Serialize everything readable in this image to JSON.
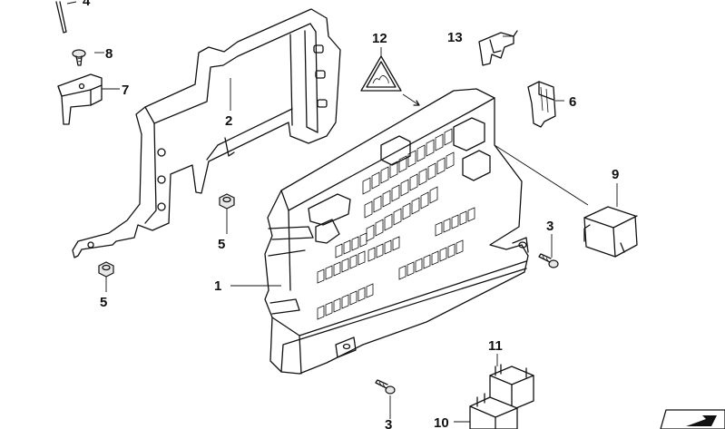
{
  "callouts": {
    "c1": "1",
    "c2": "2",
    "c3a": "3",
    "c3b": "3",
    "c4": "4",
    "c5a": "5",
    "c5b": "5",
    "c6": "6",
    "c7": "7",
    "c8": "8",
    "c9": "9",
    "c10": "10",
    "c11": "11",
    "c12": "12",
    "c13": "13"
  },
  "colors": {
    "line": "#111111",
    "fill": "#ffffff",
    "shade": "#e8e8e8"
  },
  "icons": [
    "warning-triangle-icon",
    "corner-arrow-icon"
  ]
}
